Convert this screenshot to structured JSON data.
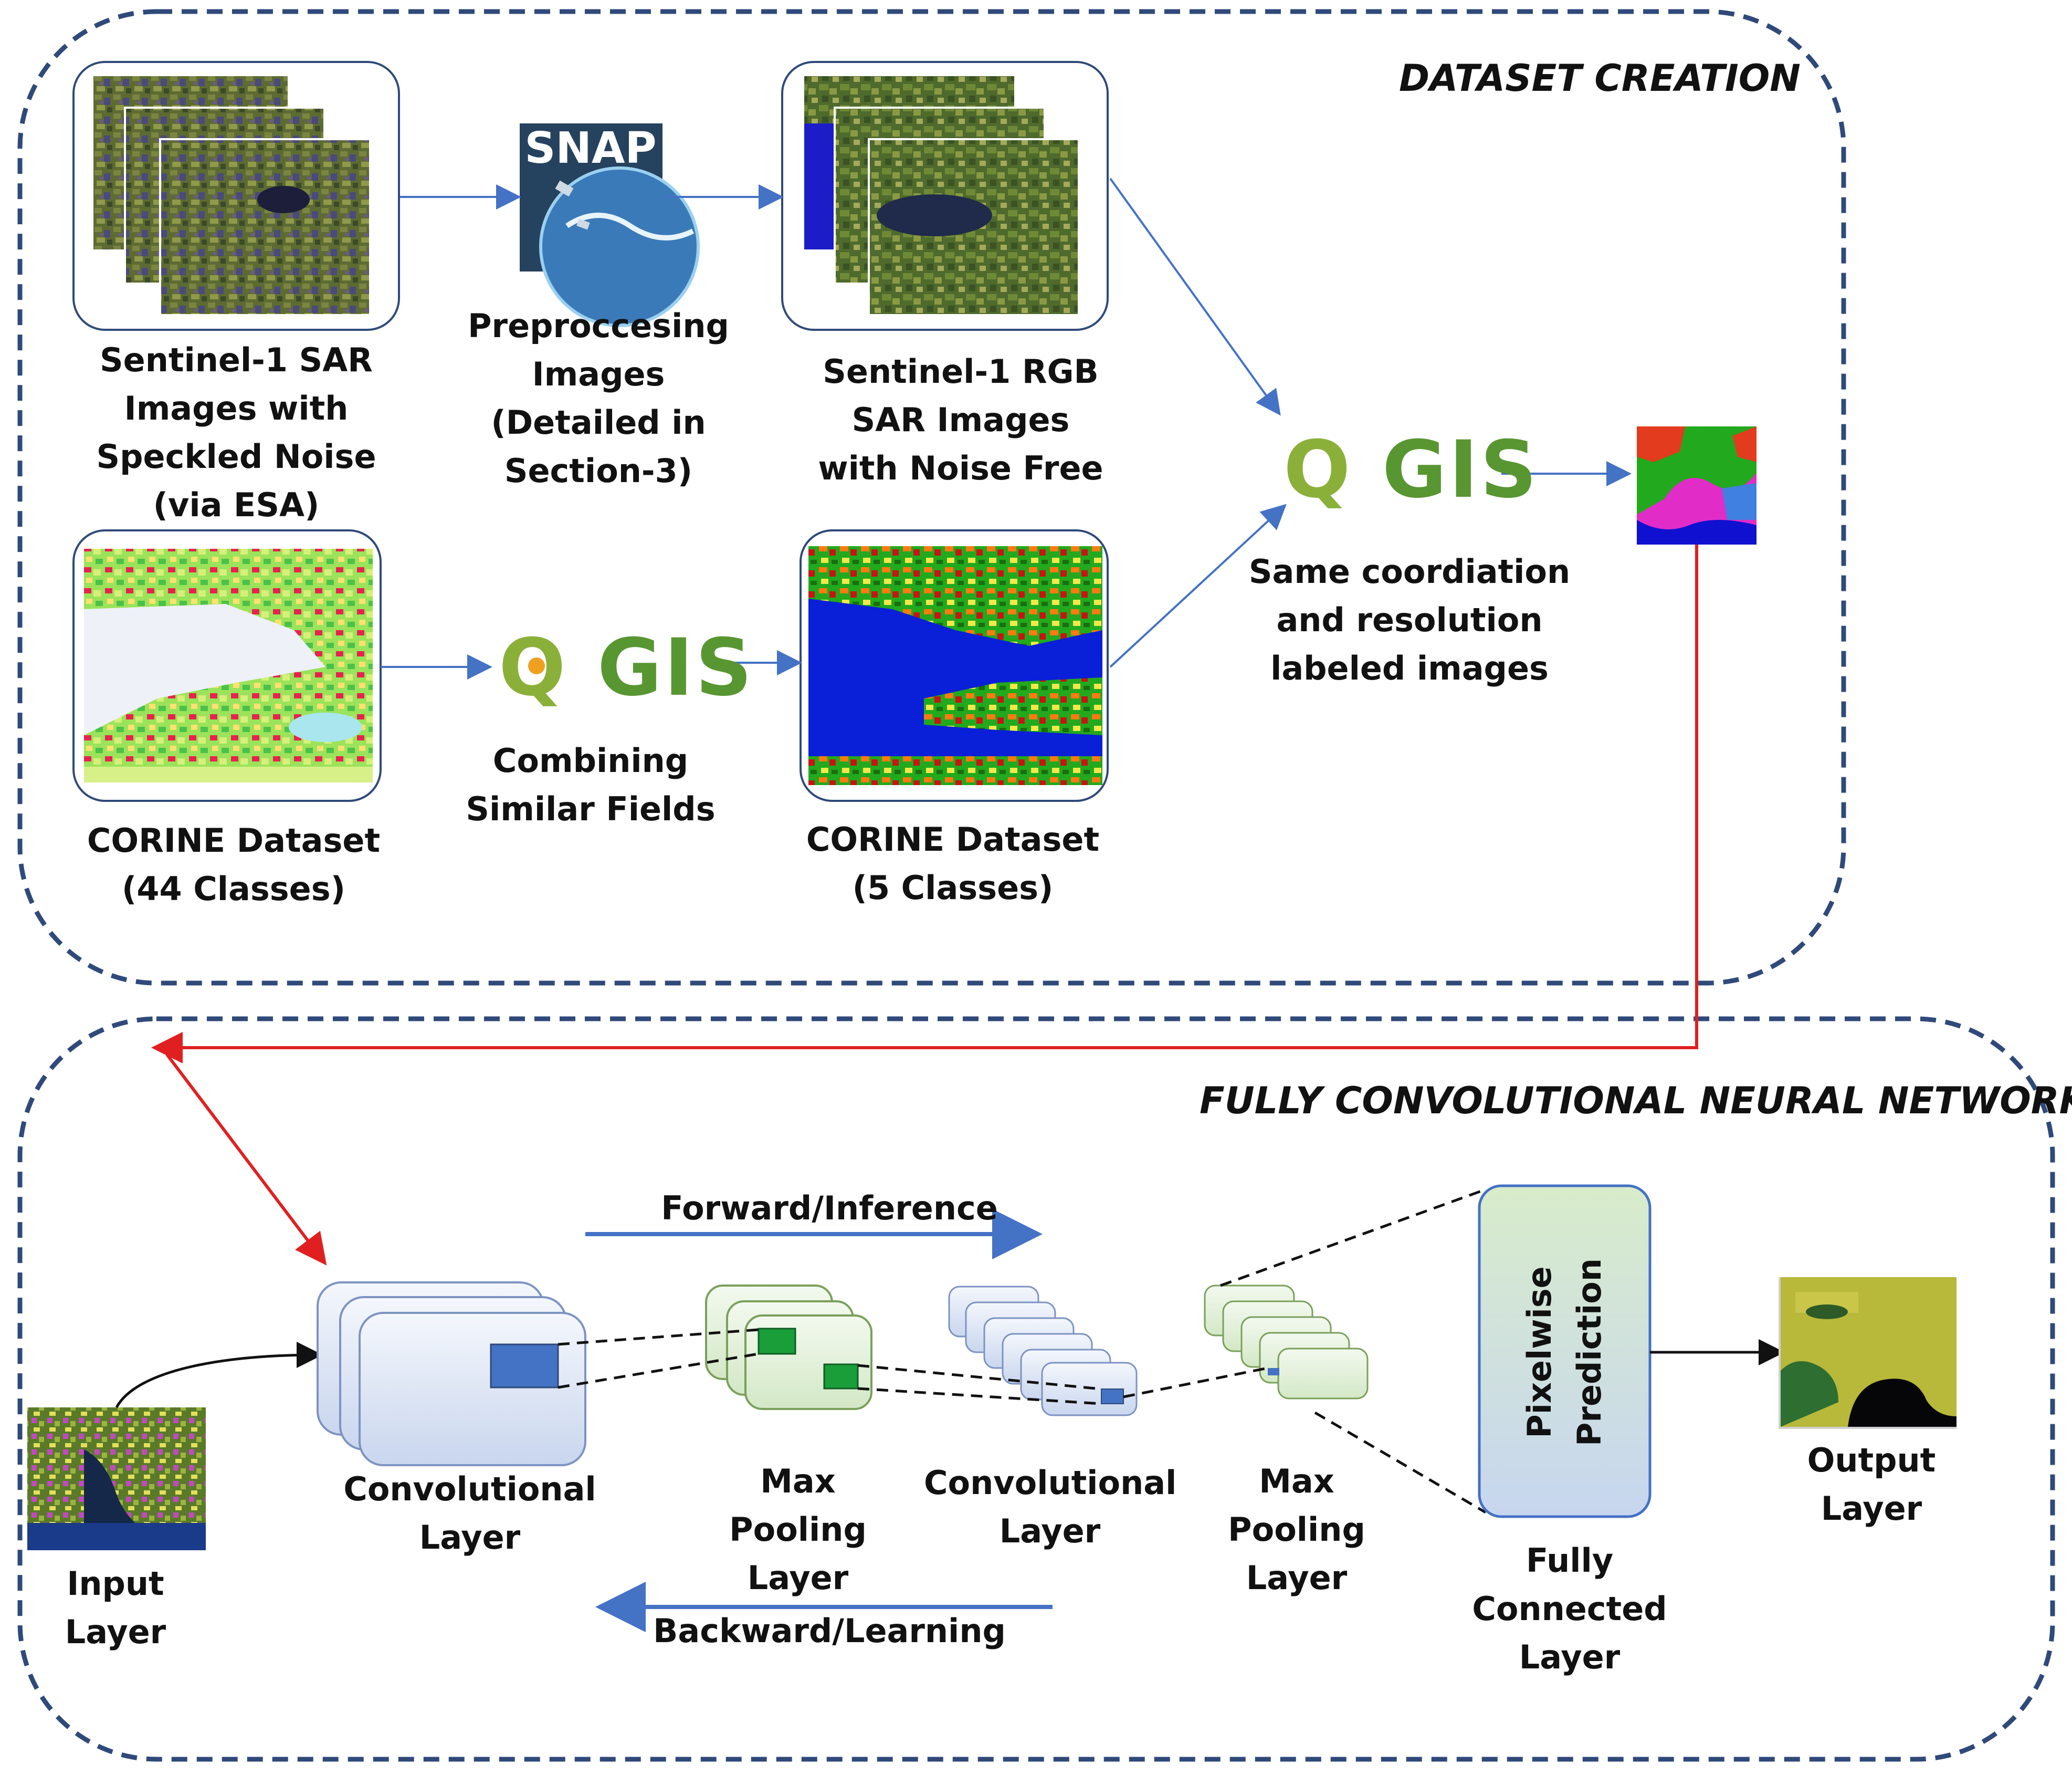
{
  "sections": {
    "dataset_creation": "DATASET CREATION",
    "fcnn": "FULLY CONVOLUTIONAL NEURAL NETWORK"
  },
  "dataset": {
    "sar_noisy": [
      "Sentinel-1 SAR",
      "Images with",
      "Speckled Noise",
      "(via ESA)"
    ],
    "preprocessing": [
      "Preproccesing",
      "Images",
      "(Detailed in",
      "Section-3)"
    ],
    "sar_rgb": [
      "Sentinel-1 RGB",
      "SAR Images",
      "with Noise Free"
    ],
    "corine44": [
      "CORINE Dataset",
      "(44 Classes)"
    ],
    "combining": [
      "Combining",
      "Similar Fields"
    ],
    "corine5": [
      "CORINE Dataset",
      "(5 Classes)"
    ],
    "same_coord": [
      "Same coordiation",
      "and resolution",
      "labeled images"
    ],
    "snap_logo": "SNAP",
    "qgis_logo": "QGIS"
  },
  "network": {
    "forward": "Forward/Inference",
    "backward": "Backward/Learning",
    "input": [
      "Input",
      "Layer"
    ],
    "conv1": [
      "Convolutional",
      "Layer"
    ],
    "pool1": [
      "Max",
      "Pooling",
      "Layer"
    ],
    "conv2": [
      "Convolutional",
      "Layer"
    ],
    "pool2": [
      "Max",
      "Pooling",
      "Layer"
    ],
    "fc": [
      "Fully",
      "Connected",
      "Layer"
    ],
    "pixelwise": [
      "Pixelwise",
      "Prediction"
    ],
    "output": [
      "Output",
      "Layer"
    ]
  },
  "colors": {
    "frame": "#2f4a7a",
    "arrow_blue": "#4472c4",
    "arrow_red": "#e02020",
    "conv_fill": "#dae3f3",
    "pool_fill": "#e2efda",
    "highlight_blue": "#4472c4",
    "highlight_green": "#1a9e3a"
  }
}
